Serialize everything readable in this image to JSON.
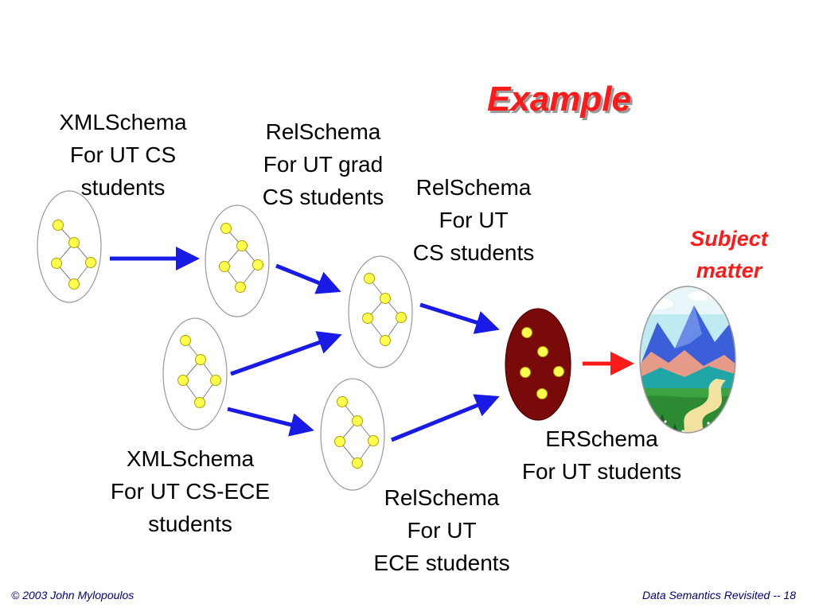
{
  "title": "Example",
  "labels": {
    "xml_cs": [
      "XMLSchema",
      "For UT CS",
      "students"
    ],
    "rel_grad": [
      "RelSchema",
      "For UT grad",
      "CS students"
    ],
    "rel_cs": [
      "RelSchema",
      "For UT",
      "CS students"
    ],
    "xml_csece": [
      "XMLSchema",
      "For UT CS-ECE",
      "students"
    ],
    "rel_ece": [
      "RelSchema",
      "For UT",
      "ECE students"
    ],
    "er": [
      "ERSchema",
      "For UT students"
    ],
    "subject": [
      "Subject",
      "matter"
    ]
  },
  "footer": {
    "copyright": "© 2003  John Mylopoulos",
    "page": "Data Semantics Revisited -- 18"
  },
  "colors": {
    "title": "#ff1a1a",
    "arrow": "#1a1ae6",
    "red_arrow": "#ff1a1a",
    "node": "#ffff4d",
    "er_fill": "#7a0a0a",
    "footer": "#000080"
  }
}
